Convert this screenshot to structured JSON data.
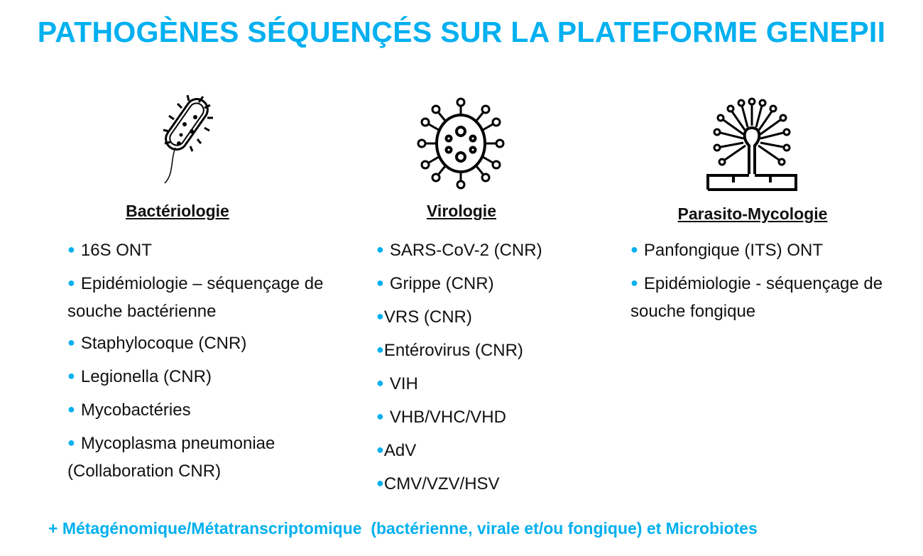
{
  "title": "PATHOGÈNES SÉQUENÇÉS SUR LA PLATEFORME GENEPII",
  "colors": {
    "accent": "#00b0f0"
  },
  "columns": [
    {
      "icon": "bacteria-icon",
      "heading": "Bactériologie",
      "items": [
        "16S ONT",
        "Epidémiologie – séquençage de souche bactérienne",
        "Staphylocoque (CNR)",
        "Legionella (CNR)",
        "Mycobactéries",
        "Mycoplasma pneumoniae (Collaboration CNR)"
      ]
    },
    {
      "icon": "virus-icon",
      "heading": "Virologie",
      "items": [
        "SARS-CoV-2 (CNR)",
        "Grippe (CNR)",
        "VRS (CNR)",
        "Entérovirus (CNR)",
        "VIH",
        "VHB/VHC/VHD",
        "AdV",
        "CMV/VZV/HSV"
      ]
    },
    {
      "icon": "fungus-icon",
      "heading": "Parasito-Mycologie",
      "items": [
        "Panfongique (ITS) ONT",
        "Epidémiologie - séquençage de souche fongique"
      ]
    }
  ],
  "footer": "+ Métagénomique/Métatranscriptomique  (bactérienne, virale et/ou fongique) et Microbiotes"
}
